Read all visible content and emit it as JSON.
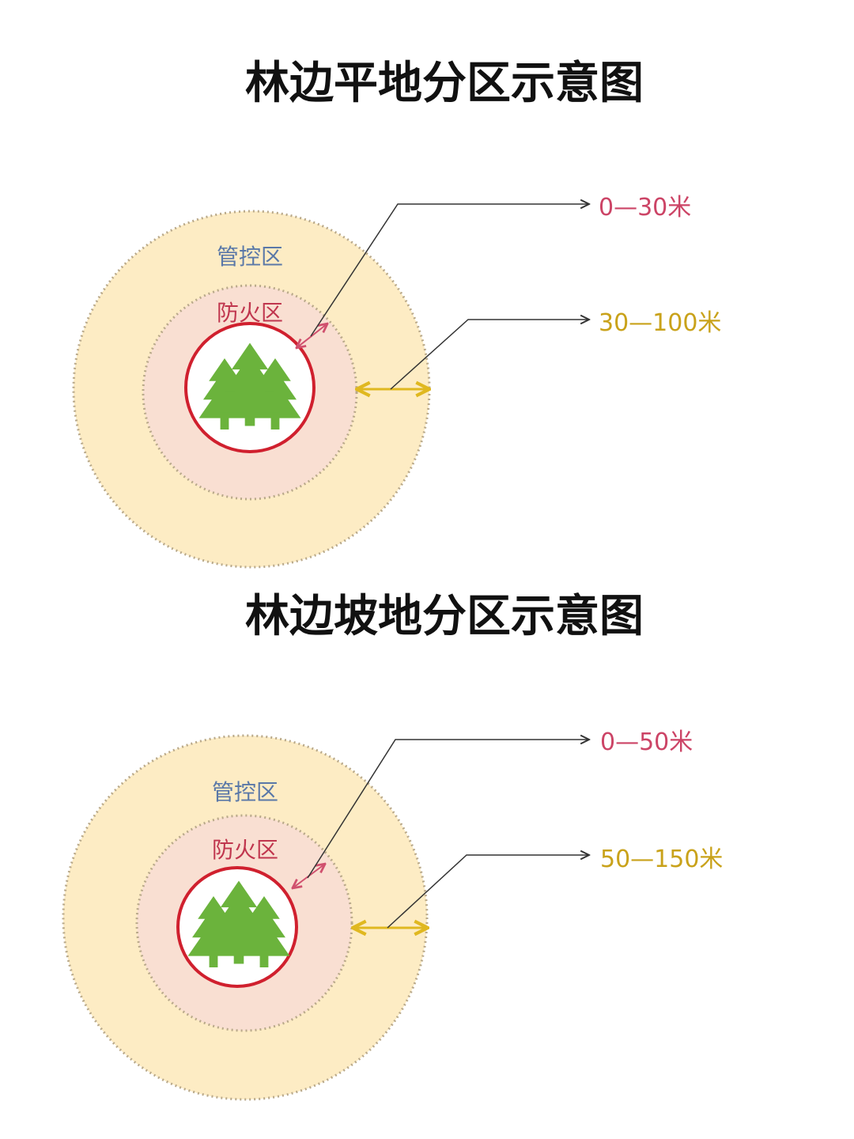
{
  "colors": {
    "control_zone_fill": "#fdecc4",
    "fire_zone_fill": "#f9dfd2",
    "dotted_border": "#b9a98a",
    "forest_ring": "#d0202e",
    "tree": "#6bb33c",
    "control_label": "#5a78a8",
    "fire_label": "#c0364e",
    "inner_distance": "#cc4466",
    "outer_distance": "#c9a21a",
    "leader": "#333333"
  },
  "diagrams": [
    {
      "title": "林边平地分区示意图",
      "control_zone_label": "管控区",
      "fire_zone_label": "防火区",
      "fire_zone_distance": "0—30米",
      "control_zone_distance": "30—100米"
    },
    {
      "title": "林边坡地分区示意图",
      "control_zone_label": "管控区",
      "fire_zone_label": "防火区",
      "fire_zone_distance": "0—50米",
      "control_zone_distance": "50—150米"
    }
  ]
}
